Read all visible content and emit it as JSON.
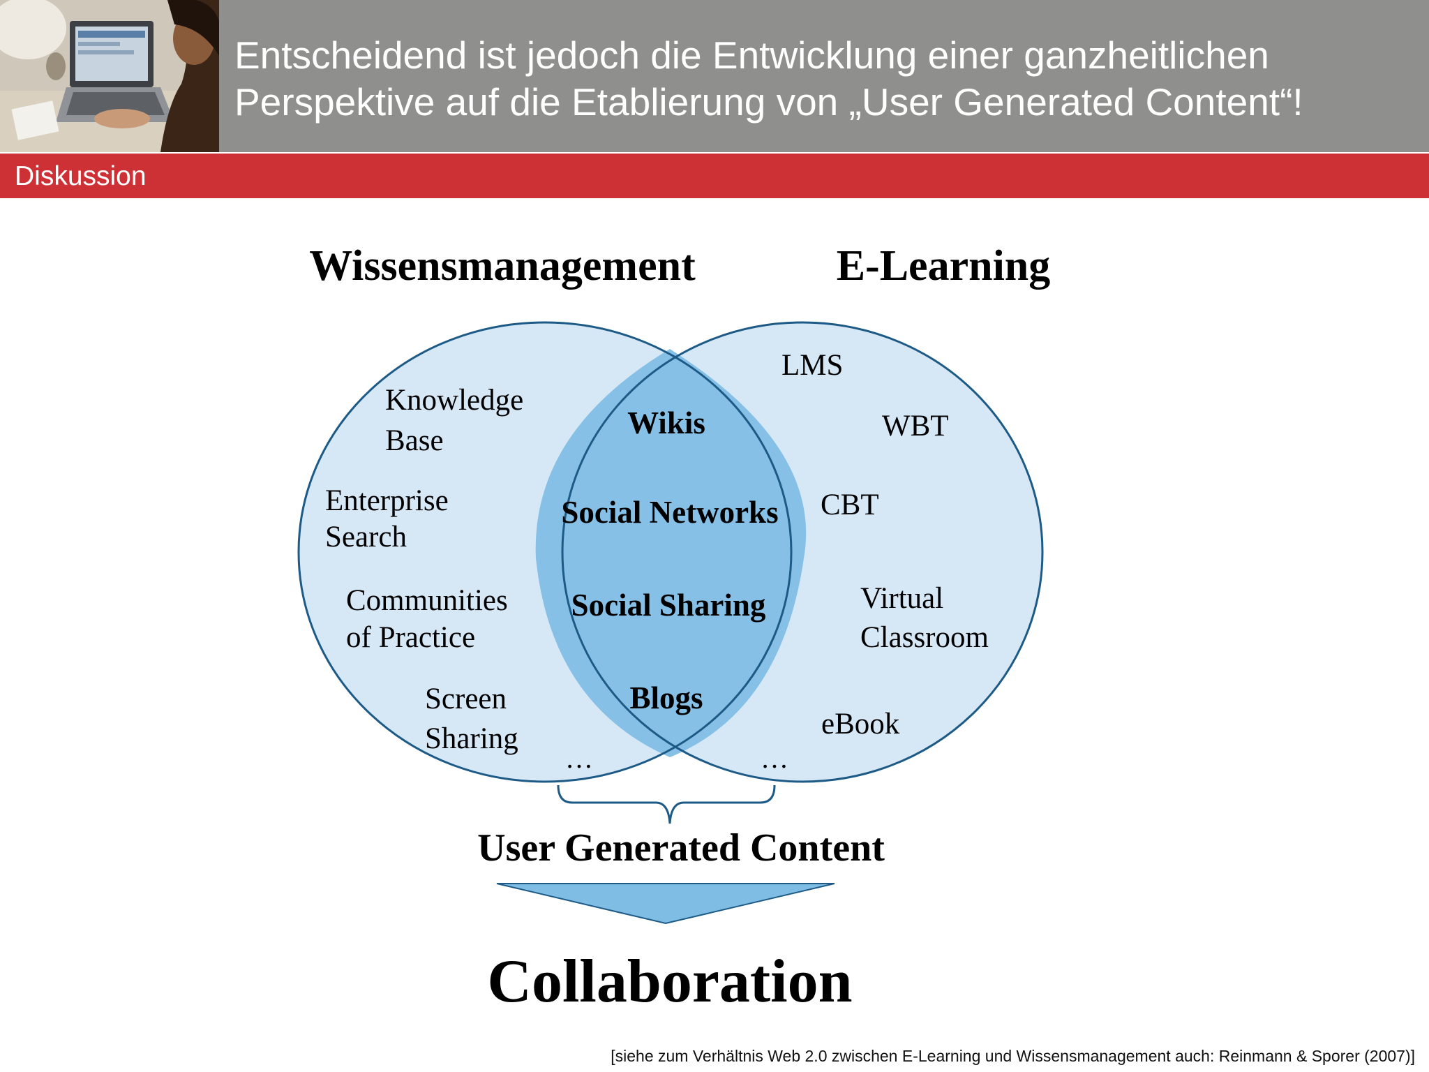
{
  "header": {
    "title_line1": "Entscheidend ist jedoch die Entwicklung einer ganzheitlichen",
    "title_line2": "Perspektive auf die Etablierung von „User Generated Content“!"
  },
  "section": {
    "label": "Diskussion"
  },
  "diagram": {
    "left_title": "Wissensmanagement",
    "right_title": "E-Learning",
    "left_items": [
      {
        "line1": "Knowledge",
        "line2": "Base"
      },
      {
        "line1": "Enterprise",
        "line2": "Search"
      },
      {
        "line1": "Communities",
        "line2": "of Practice"
      },
      {
        "line1": "Screen",
        "line2": "Sharing"
      }
    ],
    "left_ellipsis": "…",
    "center_items": [
      "Wikis",
      "Social Networks",
      "Social Sharing",
      "Blogs"
    ],
    "right_items": [
      {
        "line1": "LMS"
      },
      {
        "line1": "WBT"
      },
      {
        "line1": "CBT"
      },
      {
        "line1": "Virtual",
        "line2": "Classroom"
      },
      {
        "line1": "eBook"
      }
    ],
    "right_ellipsis": "…",
    "ugc_label": "User Generated Content",
    "result_label": "Collaboration"
  },
  "footnote": "[siehe zum Verhältnis Web 2.0 zwischen E-Learning und Wissensmanagement auch: Reinmann & Sporer (2007)]",
  "colors": {
    "header_bg": "#8f8f8e",
    "red_bar": "#cd3136",
    "circle_fill": "#d6e8f6",
    "circle_stroke": "#1d5a86",
    "intersection_fill": "#86c0e6",
    "arrow_fill": "#7fbde4"
  }
}
